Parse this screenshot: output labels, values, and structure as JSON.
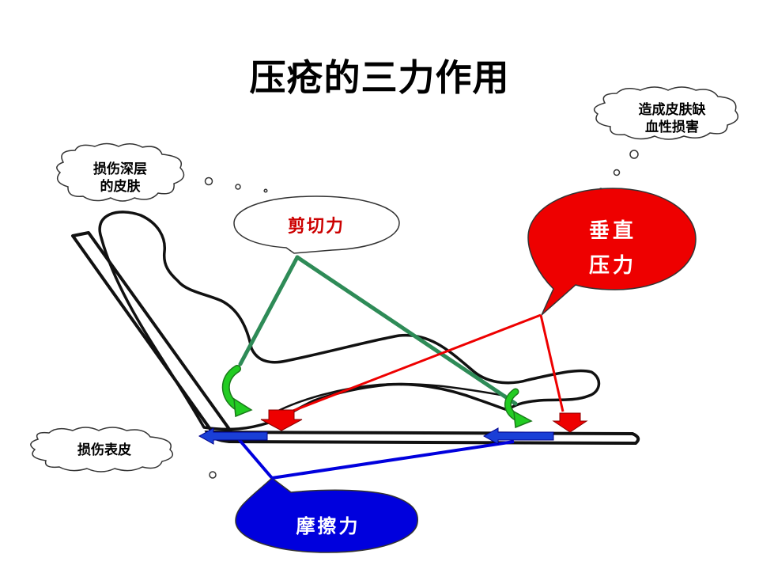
{
  "title": "压疮的三力作用",
  "clouds": {
    "deep_skin": [
      "损伤深层",
      "的皮肤"
    ],
    "ischemia": [
      "造成皮肤缺",
      "血性损害"
    ],
    "epidermis": [
      "损伤表皮"
    ]
  },
  "forces": {
    "shear": "剪切力",
    "pressure": [
      "垂直",
      "压力"
    ],
    "friction": "摩擦力"
  },
  "colors": {
    "shear_line": "#2e8b57",
    "pressure_fill": "#ee0000",
    "friction_fill": "#0000dd",
    "rotation_arrow": "#22cc22",
    "callout_text_red": "#cc0000",
    "callout_text_white": "#ffffff"
  }
}
